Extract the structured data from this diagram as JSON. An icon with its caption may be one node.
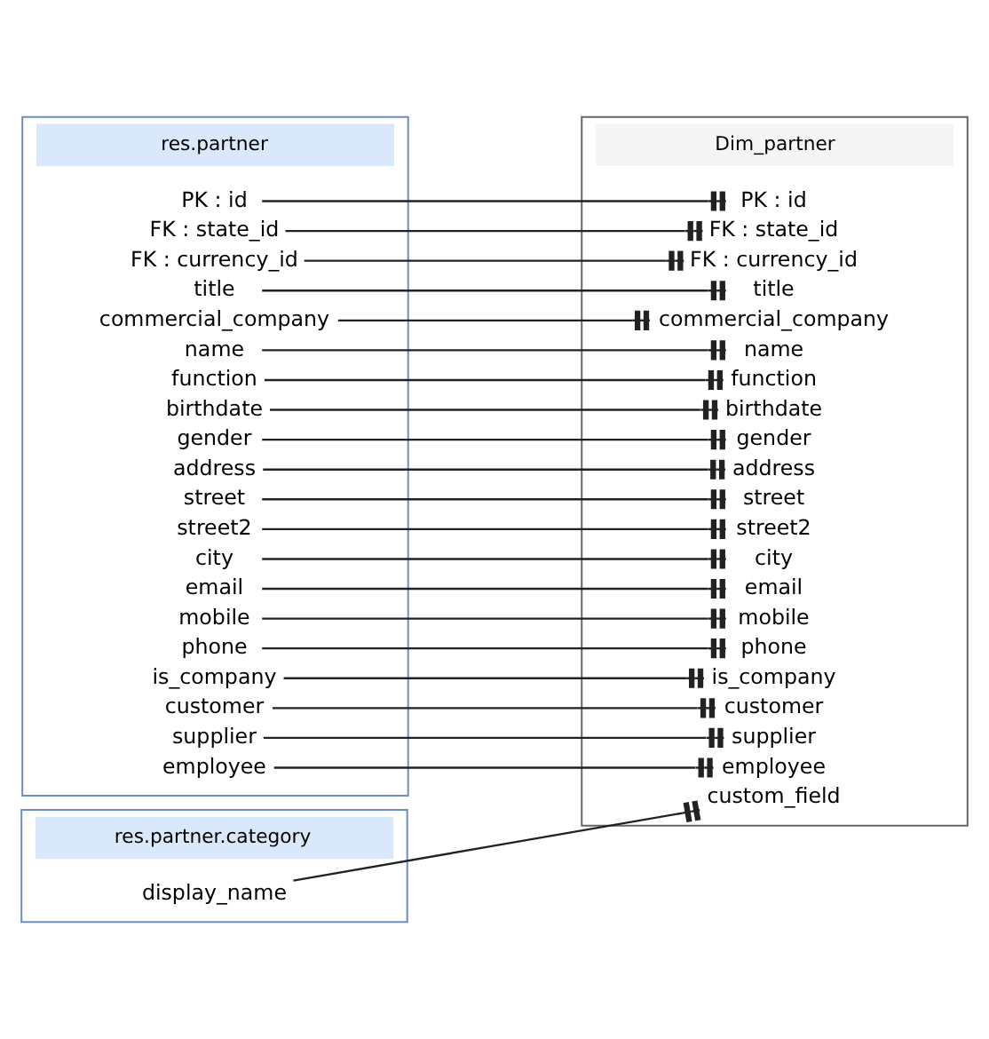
{
  "diagram": {
    "nodes": [
      {
        "text": [
          "res.partner"
        ]
      },
      {
        "text": [
          "PK : id"
        ],
        "in": 0
      },
      {
        "text": [
          "FK : state_id"
        ],
        "in": 0
      },
      {
        "text": [
          "FK : currency_id"
        ],
        "in": 0
      },
      {
        "text": [
          "title"
        ],
        "in": 0
      },
      {
        "text": [
          "commercial_company"
        ],
        "in": 0
      },
      {
        "text": [
          "name"
        ],
        "in": 0
      },
      {
        "text": [
          "function"
        ],
        "in": 0
      },
      {
        "text": [
          "birthdate"
        ],
        "in": 0
      },
      {
        "text": [
          "gender"
        ],
        "in": 0
      },
      {
        "text": [
          "address"
        ],
        "in": 0
      },
      {
        "text": [
          "street"
        ],
        "in": 0
      },
      {
        "text": [
          "street2"
        ],
        "in": 0
      },
      {
        "text": [
          "city"
        ],
        "in": 0
      },
      {
        "text": [
          "email"
        ],
        "in": 0
      },
      {
        "text": [
          "mobile"
        ],
        "in": 0
      },
      {
        "text": [
          "phone"
        ],
        "in": 0
      },
      {
        "text": [
          "is_company"
        ],
        "in": 0
      },
      {
        "text": [
          "customer"
        ],
        "in": 0
      },
      {
        "text": [
          "supplier"
        ],
        "in": 0
      },
      {
        "text": [
          "employee"
        ],
        "in": 0
      },
      {
        "text": [
          "Dim_partner"
        ]
      },
      {
        "text": [
          "PK : id"
        ],
        "in": 21
      },
      {
        "text": [
          "FK : state_id"
        ],
        "in": 21
      },
      {
        "text": [
          "FK : currency_id"
        ],
        "in": 21
      },
      {
        "text": [
          "title"
        ],
        "in": 21
      },
      {
        "text": [
          "commercial_company"
        ],
        "in": 21
      },
      {
        "text": [
          "name"
        ],
        "in": 21
      },
      {
        "text": [
          "function"
        ],
        "in": 21
      },
      {
        "text": [
          "birthdate"
        ],
        "in": 21
      },
      {
        "text": [
          "gender"
        ],
        "in": 21
      },
      {
        "text": [
          "address"
        ],
        "in": 21
      },
      {
        "text": [
          "street"
        ],
        "in": 21
      },
      {
        "text": [
          "street2"
        ],
        "in": 21
      },
      {
        "text": [
          "city"
        ],
        "in": 21
      },
      {
        "text": [
          "email"
        ],
        "in": 21
      },
      {
        "text": [
          "mobile"
        ],
        "in": 21
      },
      {
        "text": [
          "phone"
        ],
        "in": 21
      },
      {
        "text": [
          "is_company"
        ],
        "in": 21
      },
      {
        "text": [
          "customer"
        ],
        "in": 21
      },
      {
        "text": [
          "supplier"
        ],
        "in": 21
      },
      {
        "text": [
          "employee"
        ],
        "in": 21
      },
      {
        "text": [
          "custom_field"
        ],
        "in": 21
      },
      {
        "text": [
          "res.partner.category"
        ]
      },
      {
        "text": [
          "display_name"
        ],
        "in": 43
      }
    ],
    "edges": [
      {
        "from": 1,
        "to": 22,
        "arrow": "other"
      },
      {
        "from": 2,
        "to": 23,
        "arrow": "other"
      },
      {
        "from": 3,
        "to": 24,
        "arrow": "other"
      },
      {
        "from": 4,
        "to": 25,
        "arrow": "other"
      },
      {
        "from": 5,
        "to": 26,
        "arrow": "other"
      },
      {
        "from": 6,
        "to": 27,
        "arrow": "other"
      },
      {
        "from": 7,
        "to": 28,
        "arrow": "other"
      },
      {
        "from": 8,
        "to": 29,
        "arrow": "other"
      },
      {
        "from": 9,
        "to": 30,
        "arrow": "other"
      },
      {
        "from": 10,
        "to": 31,
        "arrow": "other"
      },
      {
        "from": 11,
        "to": 32,
        "arrow": "other"
      },
      {
        "from": 12,
        "to": 33,
        "arrow": "other"
      },
      {
        "from": 13,
        "to": 34,
        "arrow": "other"
      },
      {
        "from": 14,
        "to": 35,
        "arrow": "other"
      },
      {
        "from": 15,
        "to": 36,
        "arrow": "other"
      },
      {
        "from": 16,
        "to": 37,
        "arrow": "other"
      },
      {
        "from": 17,
        "to": 38,
        "arrow": "other"
      },
      {
        "from": 18,
        "to": 39,
        "arrow": "other"
      },
      {
        "from": 19,
        "to": 40,
        "arrow": "other"
      },
      {
        "from": 20,
        "to": 41,
        "arrow": "other"
      },
      {
        "from": 44,
        "to": 42,
        "arrow": "other"
      }
    ]
  }
}
